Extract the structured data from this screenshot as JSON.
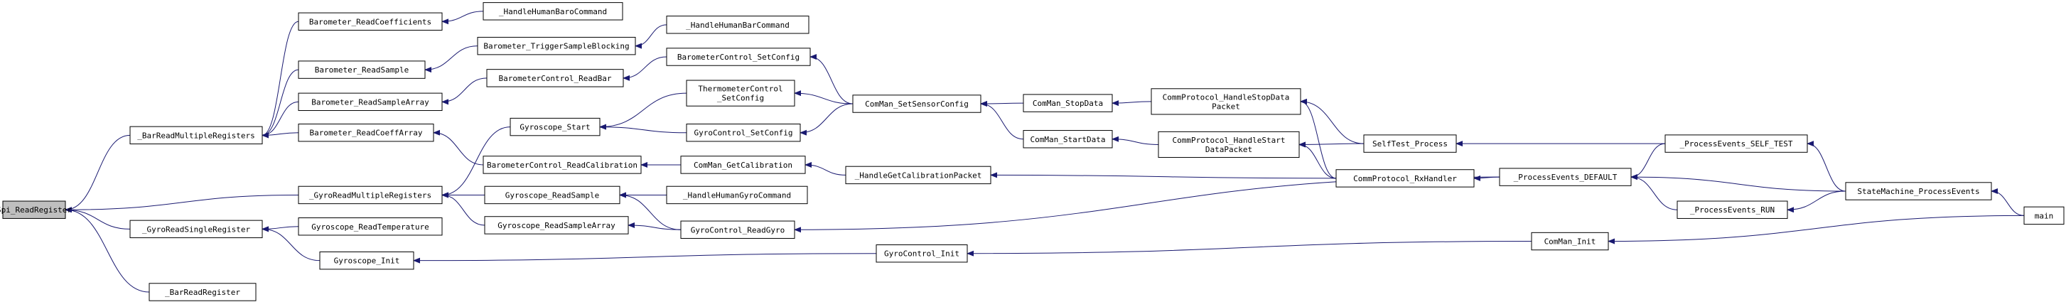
{
  "graph": {
    "type": "call-graph",
    "direction": "right-to-left",
    "node_fill": "#ffffff",
    "root_fill": "#bfbfbf",
    "edge_color": "#191970",
    "nodes": [
      {
        "id": "spi",
        "label": [
          "Spi_ReadRegister"
        ],
        "root": true
      },
      {
        "id": "barmulti",
        "label": [
          "_BarReadMultipleRegisters"
        ]
      },
      {
        "id": "gyrosingle",
        "label": [
          "_GyroReadSingleRegister"
        ]
      },
      {
        "id": "barread",
        "label": [
          "_BarReadRegister"
        ]
      },
      {
        "id": "gyromulti",
        "label": [
          "_GyroReadMultipleRegisters"
        ]
      },
      {
        "id": "baro_coef",
        "label": [
          "Barometer_ReadCoefficients"
        ]
      },
      {
        "id": "baro_sample",
        "label": [
          "Barometer_ReadSample"
        ]
      },
      {
        "id": "baro_samplearr",
        "label": [
          "Barometer_ReadSampleArray"
        ]
      },
      {
        "id": "baro_coefarr",
        "label": [
          "Barometer_ReadCoeffArray"
        ]
      },
      {
        "id": "gyro_start",
        "label": [
          "Gyroscope_Start"
        ]
      },
      {
        "id": "gyro_sample",
        "label": [
          "Gyroscope_ReadSample"
        ]
      },
      {
        "id": "gyro_samplearr",
        "label": [
          "Gyroscope_ReadSampleArray"
        ]
      },
      {
        "id": "gyro_temp",
        "label": [
          "Gyroscope_ReadTemperature"
        ]
      },
      {
        "id": "gyro_init",
        "label": [
          "Gyroscope_Init"
        ]
      },
      {
        "id": "hh_barocmd",
        "label": [
          "_HandleHumanBaroCommand"
        ]
      },
      {
        "id": "baro_trig",
        "label": [
          "Barometer_TriggerSampleBlocking"
        ]
      },
      {
        "id": "bc_readbar",
        "label": [
          "BarometerControl_ReadBar"
        ]
      },
      {
        "id": "bc_readcal",
        "label": [
          "BarometerControl_ReadCalibration"
        ]
      },
      {
        "id": "hh_barcmd",
        "label": [
          "_HandleHumanBarCommand"
        ]
      },
      {
        "id": "bc_setcfg",
        "label": [
          "BarometerControl_SetConfig"
        ]
      },
      {
        "id": "tc_setcfg",
        "label": [
          "ThermometerControl",
          "_SetConfig"
        ]
      },
      {
        "id": "gc_setcfg",
        "label": [
          "GyroControl_SetConfig"
        ]
      },
      {
        "id": "cm_getcal",
        "label": [
          "ComMan_GetCalibration"
        ]
      },
      {
        "id": "hh_gyrocmd",
        "label": [
          "_HandleHumanGyroCommand"
        ]
      },
      {
        "id": "gc_readgyro",
        "label": [
          "GyroControl_ReadGyro"
        ]
      },
      {
        "id": "cm_setsensor",
        "label": [
          "ComMan_SetSensorConfig"
        ]
      },
      {
        "id": "hgcp",
        "label": [
          "_HandleGetCalibrationPacket"
        ]
      },
      {
        "id": "gc_init",
        "label": [
          "GyroControl_Init"
        ]
      },
      {
        "id": "cm_stop",
        "label": [
          "ComMan_StopData"
        ]
      },
      {
        "id": "cm_start",
        "label": [
          "ComMan_StartData"
        ]
      },
      {
        "id": "cp_stop",
        "label": [
          "CommProtocol_HandleStopData",
          "Packet"
        ]
      },
      {
        "id": "cp_start",
        "label": [
          "CommProtocol_HandleStart",
          "DataPacket"
        ]
      },
      {
        "id": "selftest",
        "label": [
          "SelfTest_Process"
        ]
      },
      {
        "id": "rxhandler",
        "label": [
          "CommProtocol_RxHandler"
        ]
      },
      {
        "id": "cm_init",
        "label": [
          "ComMan_Init"
        ]
      },
      {
        "id": "pe_default",
        "label": [
          "_ProcessEvents_DEFAULT"
        ]
      },
      {
        "id": "pe_selftest",
        "label": [
          "_ProcessEvents_SELF_TEST"
        ]
      },
      {
        "id": "pe_run",
        "label": [
          "_ProcessEvents_RUN"
        ]
      },
      {
        "id": "sm_process",
        "label": [
          "StateMachine_ProcessEvents"
        ]
      },
      {
        "id": "main",
        "label": [
          "main"
        ]
      }
    ],
    "edges": [
      {
        "from": "barmulti",
        "to": "spi"
      },
      {
        "from": "gyrosingle",
        "to": "spi"
      },
      {
        "from": "barread",
        "to": "spi"
      },
      {
        "from": "gyromulti",
        "to": "spi"
      },
      {
        "from": "baro_coef",
        "to": "barmulti"
      },
      {
        "from": "baro_sample",
        "to": "barmulti"
      },
      {
        "from": "baro_samplearr",
        "to": "barmulti"
      },
      {
        "from": "baro_coefarr",
        "to": "barmulti"
      },
      {
        "from": "gyro_start",
        "to": "gyromulti"
      },
      {
        "from": "gyro_sample",
        "to": "gyromulti"
      },
      {
        "from": "gyro_samplearr",
        "to": "gyromulti"
      },
      {
        "from": "gyro_temp",
        "to": "gyrosingle"
      },
      {
        "from": "gyro_init",
        "to": "gyrosingle"
      },
      {
        "from": "hh_barocmd",
        "to": "baro_coef"
      },
      {
        "from": "baro_trig",
        "to": "baro_sample"
      },
      {
        "from": "bc_readbar",
        "to": "baro_samplearr"
      },
      {
        "from": "bc_readcal",
        "to": "baro_coefarr"
      },
      {
        "from": "hh_barcmd",
        "to": "baro_trig"
      },
      {
        "from": "bc_setcfg",
        "to": "bc_readbar"
      },
      {
        "from": "tc_setcfg",
        "to": "gyro_start"
      },
      {
        "from": "gc_setcfg",
        "to": "gyro_start"
      },
      {
        "from": "cm_getcal",
        "to": "bc_readcal"
      },
      {
        "from": "hh_gyrocmd",
        "to": "gyro_sample"
      },
      {
        "from": "gc_readgyro",
        "to": "gyro_sample"
      },
      {
        "from": "gc_readgyro",
        "to": "gyro_samplearr"
      },
      {
        "from": "cm_setsensor",
        "to": "bc_setcfg"
      },
      {
        "from": "cm_setsensor",
        "to": "tc_setcfg"
      },
      {
        "from": "cm_setsensor",
        "to": "gc_setcfg"
      },
      {
        "from": "hgcp",
        "to": "cm_getcal"
      },
      {
        "from": "gc_init",
        "to": "gyro_init"
      },
      {
        "from": "cm_stop",
        "to": "cm_setsensor"
      },
      {
        "from": "cm_start",
        "to": "cm_setsensor"
      },
      {
        "from": "cp_stop",
        "to": "cm_stop"
      },
      {
        "from": "cp_start",
        "to": "cm_start"
      },
      {
        "from": "selftest",
        "to": "cp_stop"
      },
      {
        "from": "selftest",
        "to": "cp_start"
      },
      {
        "from": "rxhandler",
        "to": "cp_stop"
      },
      {
        "from": "rxhandler",
        "to": "cp_start"
      },
      {
        "from": "rxhandler",
        "to": "hgcp"
      },
      {
        "from": "cm_init",
        "to": "gc_init"
      },
      {
        "from": "pe_default",
        "to": "rxhandler"
      },
      {
        "from": "pe_default",
        "to": "gc_readgyro"
      },
      {
        "from": "pe_selftest",
        "to": "selftest"
      },
      {
        "from": "pe_selftest",
        "to": "pe_default"
      },
      {
        "from": "pe_run",
        "to": "pe_default"
      },
      {
        "from": "sm_process",
        "to": "pe_default"
      },
      {
        "from": "sm_process",
        "to": "pe_selftest"
      },
      {
        "from": "sm_process",
        "to": "pe_run"
      },
      {
        "from": "main",
        "to": "sm_process"
      },
      {
        "from": "main",
        "to": "cm_init"
      }
    ]
  }
}
